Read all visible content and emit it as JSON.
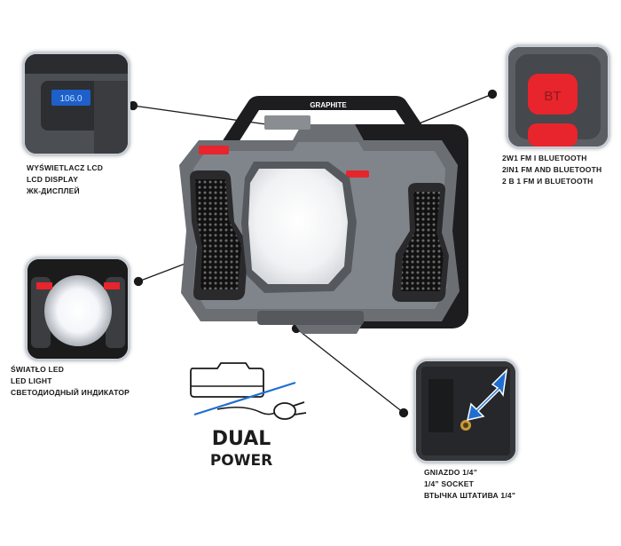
{
  "product": {
    "brand": "GRAPHITE",
    "lcd_value": "106.0",
    "bt_label": "BT"
  },
  "callouts": {
    "lcd": {
      "line1": "WYŚWIETLACZ LCD",
      "line2": "LCD DISPLAY",
      "line3": "ЖК-ДИСПЛЕЙ"
    },
    "bluetooth": {
      "line1": "2W1 FM I BLUETOOTH",
      "line2": "2IN1 FM AND BLUETOOTH",
      "line3": "2 В 1 FM И BLUETOOTH"
    },
    "led": {
      "line1": "ŚWIATŁO LED",
      "line2": "LED LIGHT",
      "line3": "СВЕТОДИОДНЫЙ ИНДИКАТОР"
    },
    "socket": {
      "line1": "GNIAZDO 1/4”",
      "line2": "1/4” SOCKET",
      "line3": "ВТЫЧКА ШТАТИВА 1/4\""
    }
  },
  "dual_power": {
    "line1": "DUAL",
    "line2": "POWER"
  },
  "colors": {
    "accent_red": "#e8242c",
    "accent_blue": "#1f6fd1",
    "body_gray": "#6b6f74",
    "frame_black": "#1d1d1f"
  }
}
